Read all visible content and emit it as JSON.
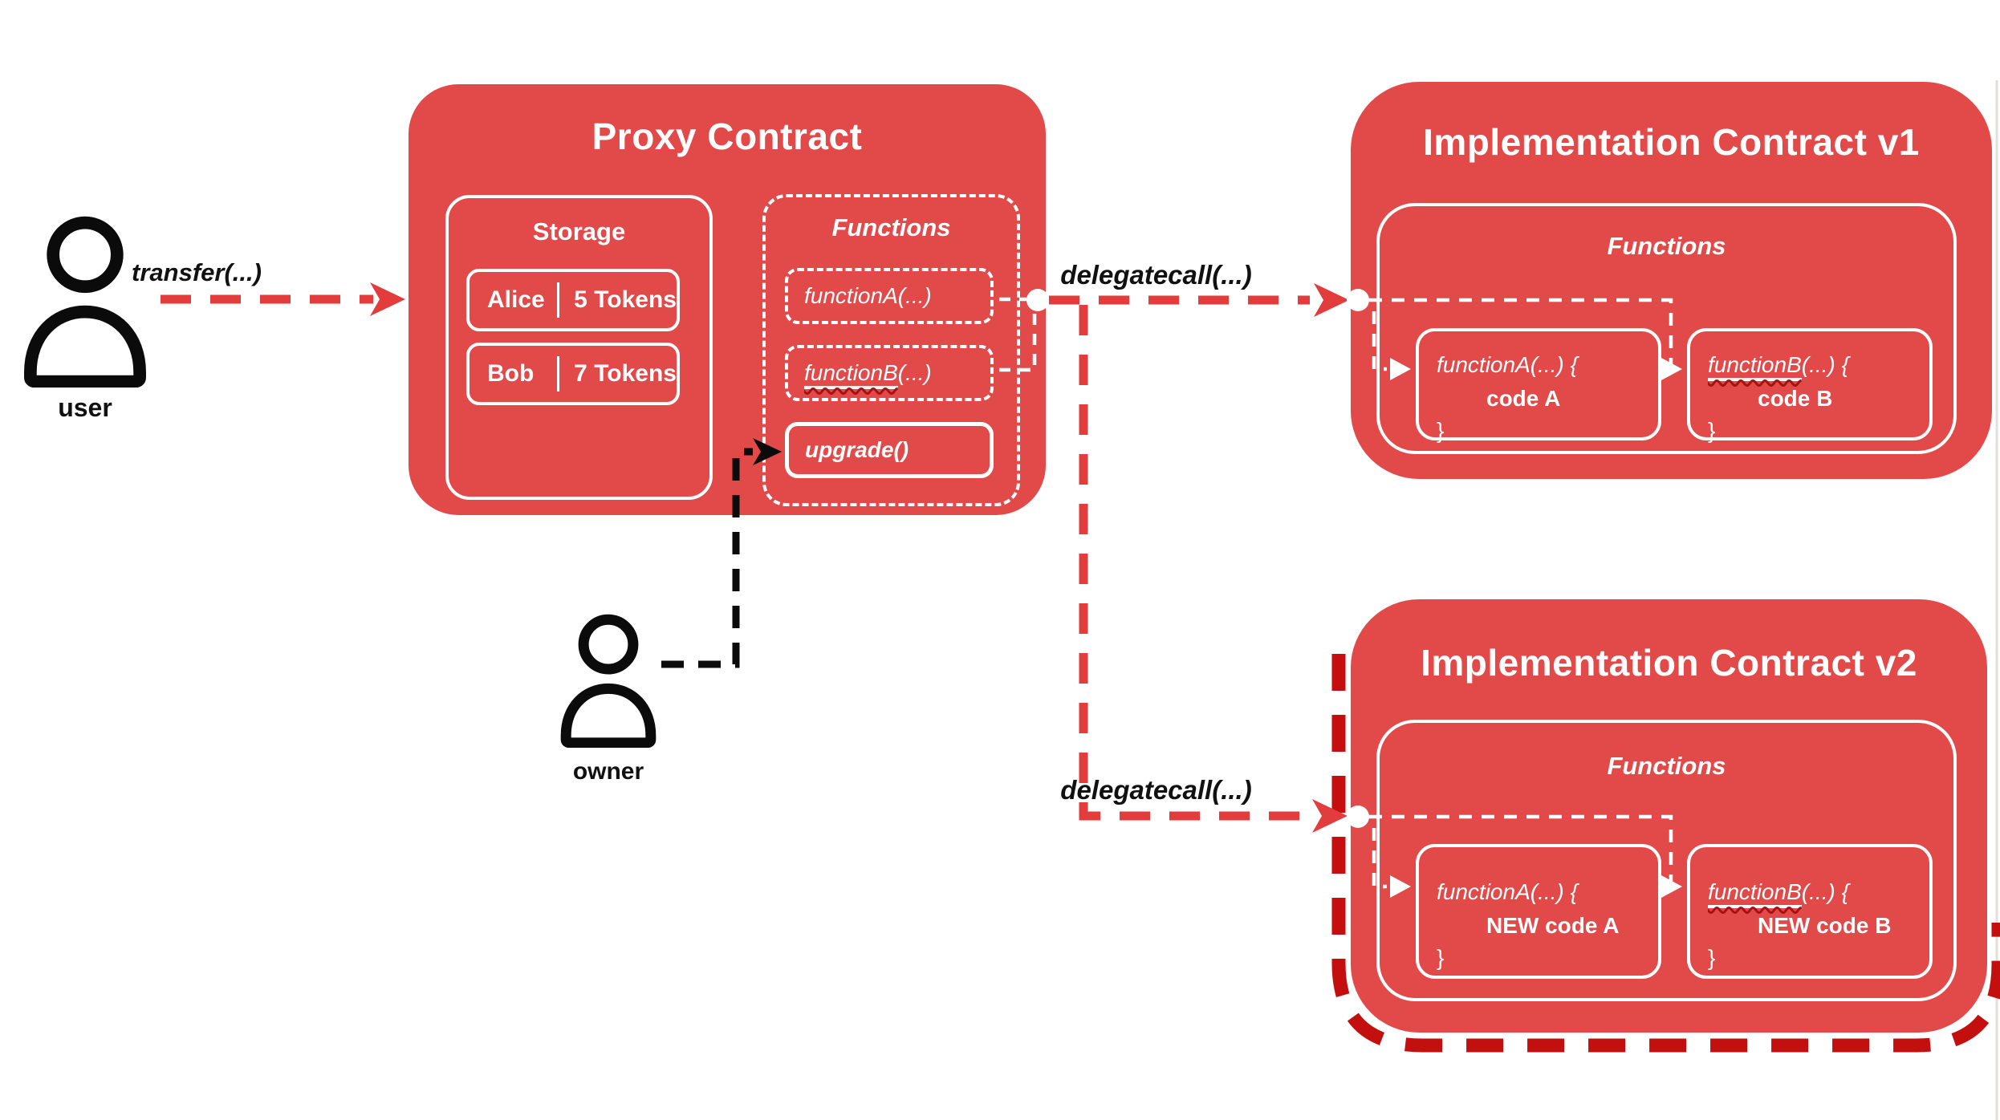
{
  "colors": {
    "box_red": "#e24949",
    "arrow_red": "#e23c3c",
    "dark_red": "#c40f0f",
    "text_black": "#111111",
    "white": "#ffffff"
  },
  "actors": {
    "user": {
      "label": "user"
    },
    "owner": {
      "label": "owner"
    }
  },
  "labels": {
    "transfer": "transfer(...)",
    "delegatecall_v1": "delegatecall(...)",
    "delegatecall_v2": "delegatecall(...)"
  },
  "proxy": {
    "title": "Proxy Contract",
    "storage": {
      "title": "Storage",
      "rows": [
        {
          "name": "Alice",
          "value": "5 Tokens"
        },
        {
          "name": "Bob",
          "value": "7 Tokens"
        }
      ]
    },
    "functions": {
      "title": "Functions",
      "items": [
        {
          "name": "functionA",
          "args": "(...)"
        },
        {
          "name": "functionB",
          "args": "(...)"
        },
        {
          "name": "upgrade",
          "args": "()"
        }
      ]
    }
  },
  "impl_v1": {
    "title": "Implementation Contract v1",
    "functions": {
      "title": "Functions",
      "items": [
        {
          "name": "functionA",
          "rest": "(...) {",
          "body": "code A",
          "close": "}"
        },
        {
          "name": "functionB",
          "rest": "(...) {",
          "body": "code B",
          "close": "}"
        }
      ]
    }
  },
  "impl_v2": {
    "title": "Implementation Contract v2",
    "functions": {
      "title": "Functions",
      "items": [
        {
          "name": "functionA",
          "rest": "(...) {",
          "body": "NEW code A",
          "close": "}"
        },
        {
          "name": "functionB",
          "rest": "(...) {",
          "body": "NEW code B",
          "close": "}"
        }
      ]
    }
  }
}
